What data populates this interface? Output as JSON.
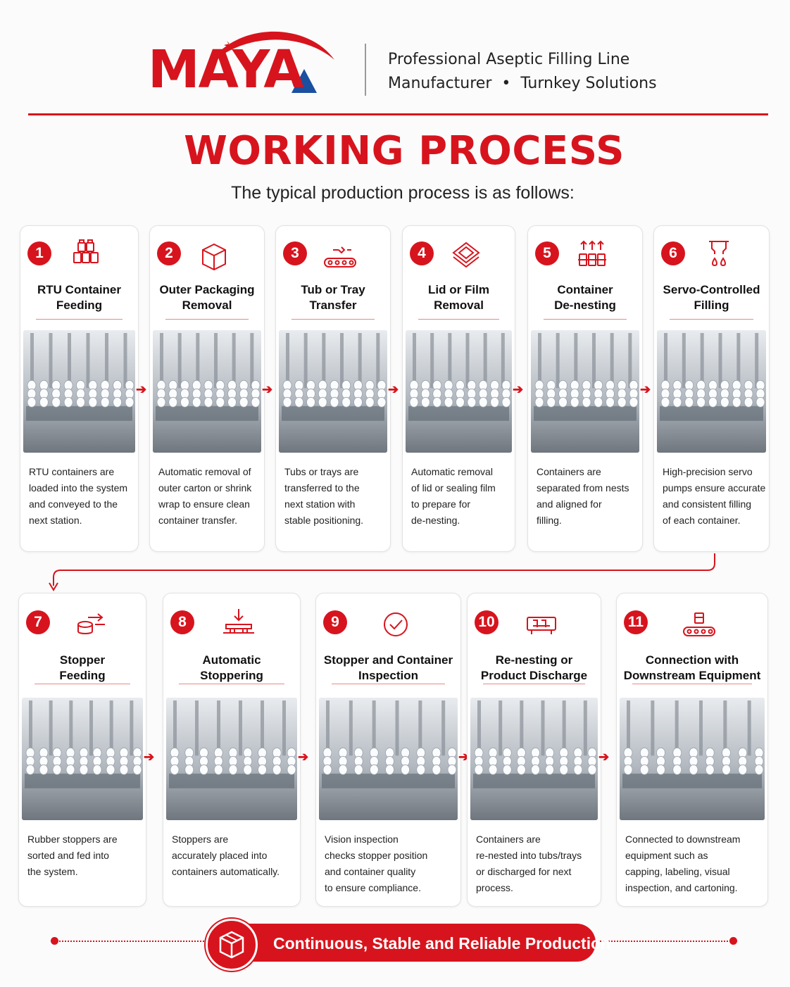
{
  "brand": {
    "logo_text": "MAYA",
    "tagline_line1": "Professional Aseptic Filling Line",
    "tagline_line2": "Manufacturer  •  Turnkey Solutions"
  },
  "heading": {
    "title": "WORKING PROCESS",
    "subtitle": "The typical production process is as follows:"
  },
  "colors": {
    "accent": "#d7141d",
    "text": "#222222",
    "card_border": "#e2e2e2"
  },
  "steps": [
    {
      "number": "1",
      "icon": "stacked-bottles-icon",
      "title": "RTU Container\nFeeding",
      "photo": "container-tray-photo",
      "description": "RTU containers are\nloaded into the system\nand conveyed to the\nnext station."
    },
    {
      "number": "2",
      "icon": "open-box-icon",
      "title": "Outer Packaging\nRemoval",
      "photo": "unpacking-station-photo",
      "description": "Automatic removal of\nouter carton or shrink\nwrap to ensure clean\ncontainer transfer."
    },
    {
      "number": "3",
      "icon": "conveyor-transfer-icon",
      "title": "Tub or Tray\nTransfer",
      "photo": "tray-transfer-photo",
      "description": "Tubs or trays are\ntransferred to the\nnext station with\nstable positioning."
    },
    {
      "number": "4",
      "icon": "lid-removal-icon",
      "title": "Lid or Film\nRemoval",
      "photo": "lid-removal-photo",
      "description": "Automatic removal\nof lid or sealing film\nto prepare for\nde-nesting."
    },
    {
      "number": "5",
      "icon": "denesting-icon",
      "title": "Container\nDe-nesting",
      "photo": "denesting-photo",
      "description": "Containers are\nseparated from nests\nand aligned for\nfilling."
    },
    {
      "number": "6",
      "icon": "filling-drops-icon",
      "title": "Servo-Controlled\nFilling",
      "photo": "filling-station-photo",
      "description": "High-precision servo\npumps ensure accurate\nand consistent filling\nof each container."
    },
    {
      "number": "7",
      "icon": "stopper-feed-icon",
      "title": "Stopper\nFeeding",
      "photo": "vibratory-bowl-photo",
      "description": "Rubber stoppers are\nsorted and fed into\nthe system."
    },
    {
      "number": "8",
      "icon": "press-down-icon",
      "title": "Automatic\nStoppering",
      "photo": "stoppering-photo",
      "description": "Stoppers are\naccurately placed into\ncontainers automatically."
    },
    {
      "number": "9",
      "icon": "check-circle-icon",
      "title": "Stopper and Container\nInspection",
      "photo": "inspection-photo",
      "description": "Vision inspection\nchecks stopper position\nand container quality\nto ensure compliance."
    },
    {
      "number": "10",
      "icon": "tray-renest-icon",
      "title": "Re-nesting or\nProduct Discharge",
      "photo": "renesting-photo",
      "description": "Containers are\nre-nested into tubs/trays\nor discharged for next\nprocess."
    },
    {
      "number": "11",
      "icon": "downstream-conveyor-icon",
      "title": "Connection with\nDownstream Equipment",
      "photo": "downstream-line-photo",
      "description": "Connected to downstream\nequipment such as\ncapping, labeling, visual\ninspection, and cartoning."
    }
  ],
  "footer": {
    "icon": "box-icon",
    "label": "Continuous, Stable and Reliable Production"
  }
}
